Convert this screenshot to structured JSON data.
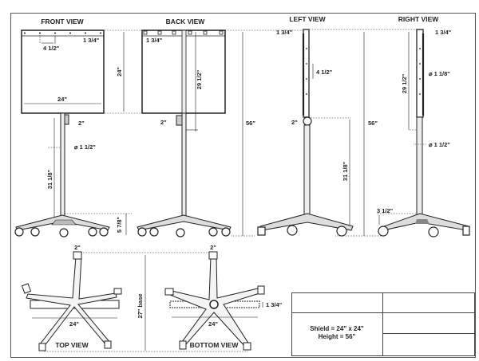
{
  "drawing": {
    "views": {
      "front": {
        "title": "FRONT VIEW",
        "dims": {
          "hole_pitch": "4 1/2\"",
          "edge": "1 3/4\"",
          "width": "24\"",
          "clamp": "2\"",
          "pole_dia": "⌀ 1 1/2\"",
          "pole_height": "31 1/8\"",
          "base_height": "5 7/8\""
        }
      },
      "back": {
        "title": "BACK VIEW",
        "dims": {
          "edge": "1 3/4\"",
          "height": "24\"",
          "mount": "29 1/2\"",
          "clamp": "2\"",
          "overall": "56\""
        }
      },
      "left": {
        "title": "LEFT VIEW",
        "dims": {
          "thickness": "1 3/4\"",
          "hole_pitch": "4 1/2\"",
          "clamp": "2\"",
          "overall": "56\"",
          "pole_height": "31 1/8\""
        }
      },
      "right": {
        "title": "RIGHT VIEW",
        "dims": {
          "thickness": "1 3/4\"",
          "pole_top_dia": "⌀ 1 1/8\"",
          "mount": "29 1/2\"",
          "overall": "56\"",
          "pole_dia": "⌀ 1 1/2\"",
          "base_height": "3 1/2\""
        }
      },
      "top": {
        "title": "TOP VIEW",
        "dims": {
          "caster": "2\"",
          "width": "24\""
        }
      },
      "bottom": {
        "title": "BOTTOM VIEW",
        "dims": {
          "caster": "2\"",
          "width": "24\"",
          "thickness": "1 3/4\""
        }
      },
      "base_dim": "27\" base"
    },
    "title_block": {
      "spec_line1": "Shield = 24\" x 24\"",
      "spec_line2": "Height =  56\""
    }
  }
}
